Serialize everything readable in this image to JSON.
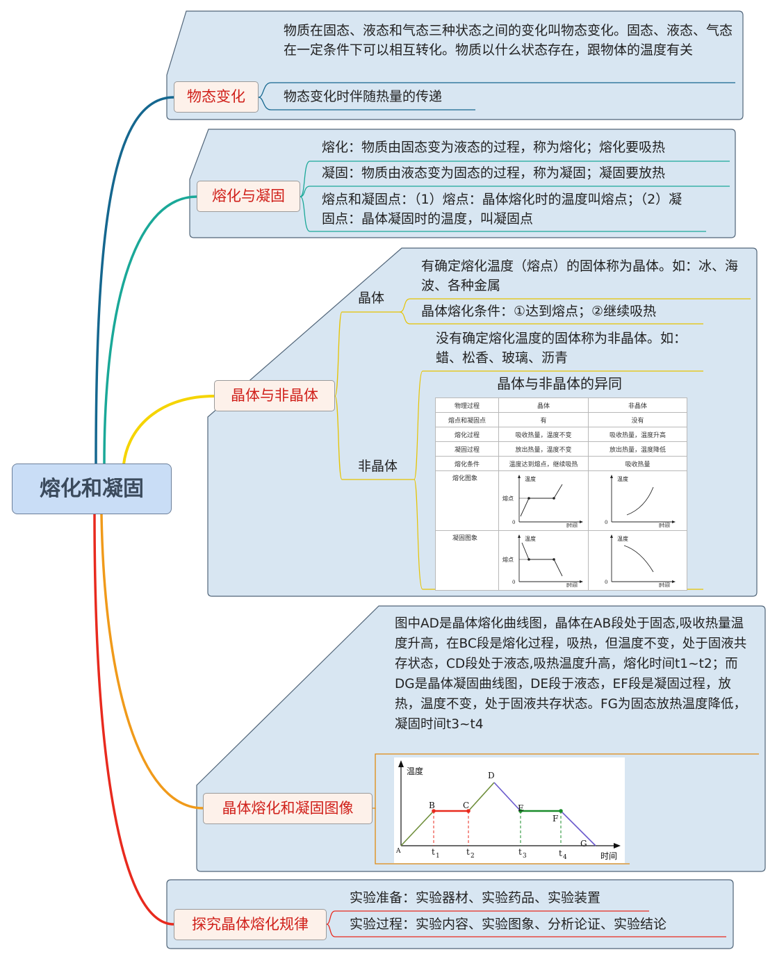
{
  "root": {
    "label": "熔化和凝固"
  },
  "branches": [
    {
      "label": "物态变化",
      "items": [
        "物质在固态、液态和气态三种状态之间的变化叫物态变化。固态、液态、气态在一定条件下可以相互转化。物质以什么状态存在，跟物体的温度有关",
        "物态变化时伴随热量的传递"
      ]
    },
    {
      "label": "熔化与凝固",
      "items": [
        "熔化：物质由固态变为液态的过程，称为熔化；熔化要吸热",
        "凝固：物质由液态变为固态的过程，称为凝固；凝固要放热",
        "熔点和凝固点：（1）熔点：晶体熔化时的温度叫熔点；（2）凝固点：晶体凝固时的温度，叫凝固点"
      ]
    },
    {
      "label": "晶体与非晶体",
      "crystal": {
        "label": "晶体",
        "items": [
          "有确定熔化温度（熔点）的固体称为晶体。如：冰、海波、各种金属",
          "晶体熔化条件：①达到熔点；②继续吸热"
        ]
      },
      "amorphous": {
        "label": "非晶体",
        "items": [
          "没有确定熔化温度的固体称为非晶体。如：蜡、松香、玻璃、沥青"
        ],
        "comparison": {
          "title": "晶体与非晶体的异同",
          "header": [
            "物理过程",
            "晶体",
            "非晶体"
          ],
          "rows": [
            [
              "熔点和凝固点",
              "有",
              "没有"
            ],
            [
              "熔化过程",
              "吸收热量，温度不变",
              "吸收热量，温度升高"
            ],
            [
              "凝固过程",
              "放出热量，温度不变",
              "放出热量，温度降低"
            ],
            [
              "熔化条件",
              "温度达到熔点，继续吸热",
              "吸收热量"
            ]
          ],
          "graph_rows": [
            "熔化图象",
            "凝固图象"
          ],
          "axis": {
            "y": "温度",
            "x": "时间",
            "origin": "0",
            "melting_point": "熔点"
          }
        }
      }
    },
    {
      "label": "晶体熔化和凝固图像",
      "description": "图中AD是晶体熔化曲线图，晶体在AB段处于固态,吸收热量温度升高，在BC段是熔化过程，吸热，但温度不变，处于固液共存状态，CD段处于液态,吸热温度升高，熔化时间t1~t2；而DG是晶体凝固曲线图，DE段于液态，EF段是凝固过程，放热，温度不变，处于固液共存状态。FG为固态放热温度降低，凝固时间t3~t4",
      "graph": {
        "y_label": "温度",
        "x_label": "时间",
        "points": [
          "A",
          "B",
          "C",
          "D",
          "E",
          "F",
          "G"
        ],
        "times": [
          "t",
          "1",
          "t",
          "2",
          "t",
          "3",
          "t",
          "4"
        ]
      }
    },
    {
      "label": "探究晶体熔化规律",
      "items": [
        "实验准备：实验器材、实验药品、实验装置",
        "实验过程：实验内容、实验图象、分析论证、实验结论"
      ]
    }
  ],
  "colors": {
    "panel_fill": "#d8e6f2",
    "panel_stroke": "#506478",
    "branch1": "#15678f",
    "branch2": "#1aa898",
    "branch3": "#f5d400",
    "branch4": "#f09a1a",
    "branch5": "#e82a1e",
    "node_text": "#d0201a"
  }
}
